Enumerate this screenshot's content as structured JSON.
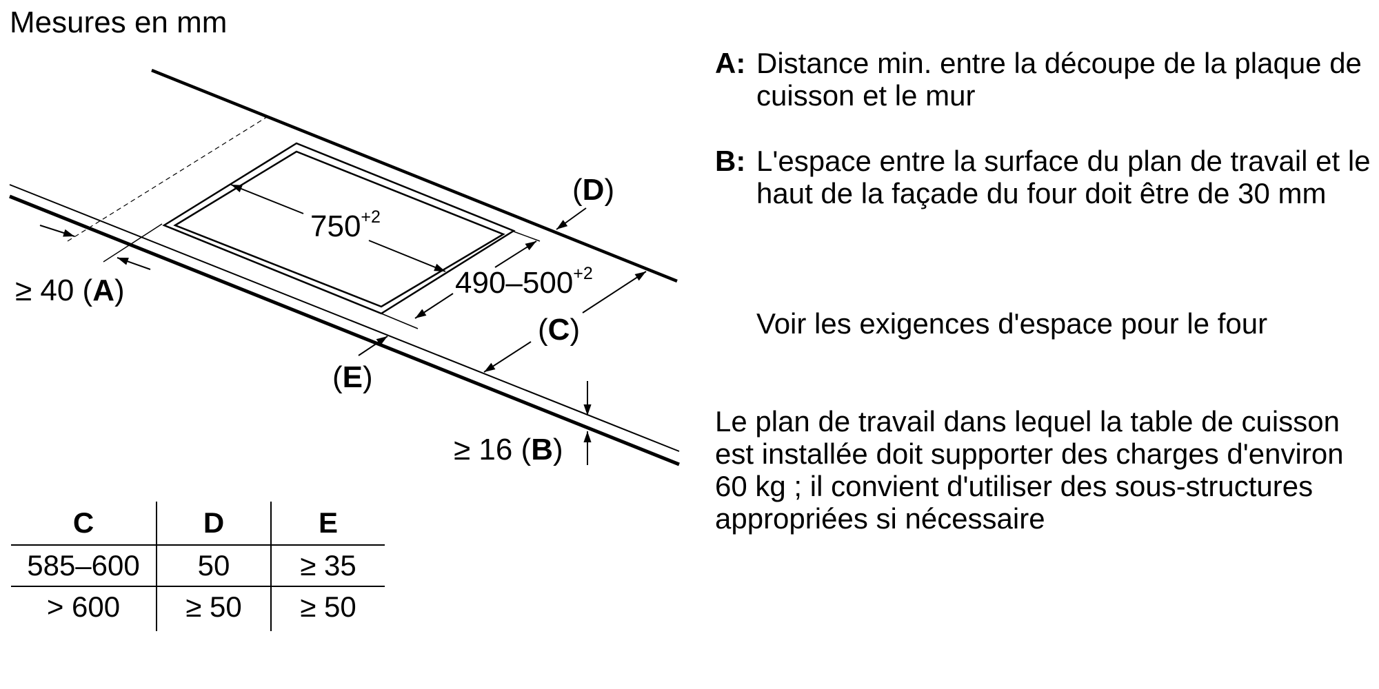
{
  "caption": "Mesures en mm",
  "diagram": {
    "dim_width": "750",
    "dim_width_tol": "+2",
    "dim_depth": "490–500",
    "dim_depth_tol": "+2",
    "label_a_prefix": "≥ 40 (",
    "label_a_letter": "A",
    "label_a_suffix": ")",
    "label_b_prefix": "≥ 16 (",
    "label_b_letter": "B",
    "label_b_suffix": ")",
    "label_c_open": "(",
    "label_c_letter": "C",
    "label_c_close": ")",
    "label_d_open": "(",
    "label_d_letter": "D",
    "label_d_close": ")",
    "label_e_open": "(",
    "label_e_letter": "E",
    "label_e_close": ")"
  },
  "legend": [
    {
      "letter": "A:",
      "text": "Distance min. entre la découpe de la plaque de cuisson et le mur"
    },
    {
      "letter": "B:",
      "text": "L'espace entre la surface du plan de travail et le haut de la façade du four doit être de 30 mm"
    }
  ],
  "note_oven": "Voir les exigences d'espace pour le four",
  "note_load": "Le plan de travail dans lequel la table de cuisson est installée doit supporter des charges d'environ 60 kg ; il convient d'utiliser des sous-structures appropriées si nécessaire",
  "table": {
    "headers": [
      "C",
      "D",
      "E"
    ],
    "rows": [
      [
        "585–600",
        "50",
        "≥ 35"
      ],
      [
        "> 600",
        "≥ 50",
        "≥ 50"
      ]
    ]
  }
}
